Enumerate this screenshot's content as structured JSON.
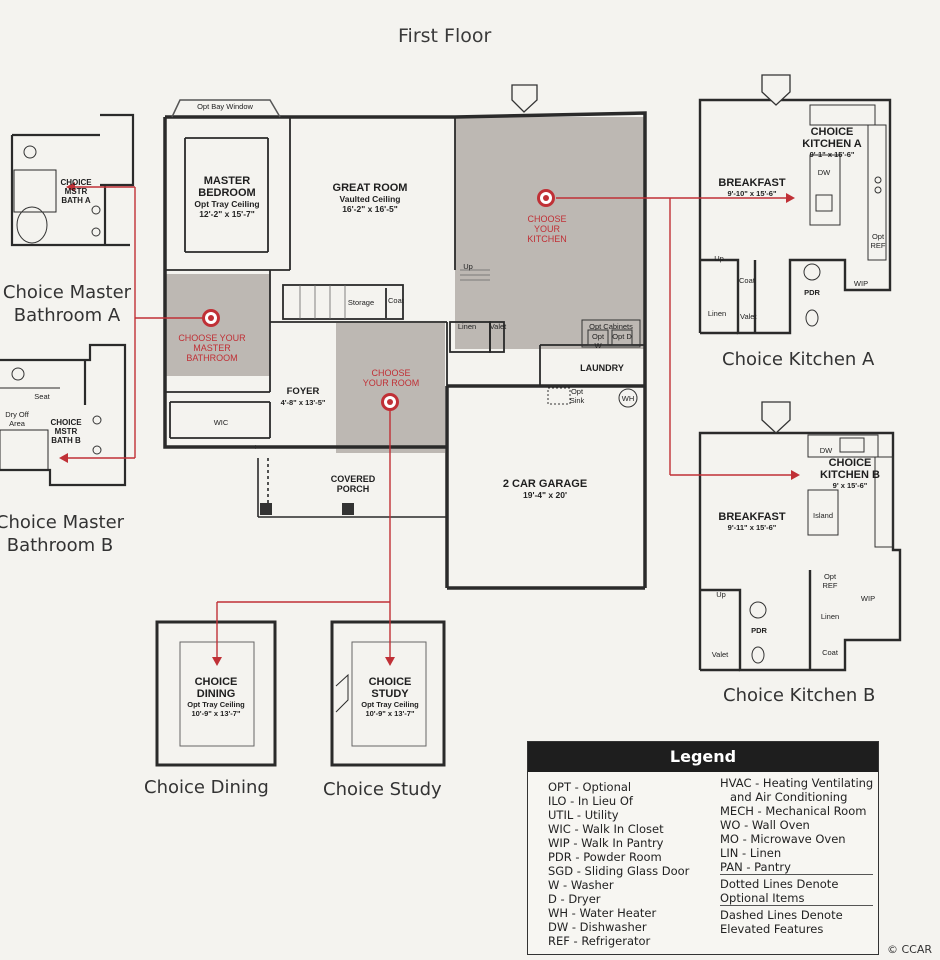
{
  "title": "First Floor",
  "rooms": {
    "master_bedroom": {
      "name": "MASTER BEDROOM",
      "sub": "Opt Tray Ceiling",
      "dims": "12'-2\" x 15'-7\""
    },
    "great_room": {
      "name": "GREAT ROOM",
      "sub": "Vaulted Ceiling",
      "dims": "16'-2\" x 16'-5\""
    },
    "choose_kitchen": "CHOOSE YOUR KITCHEN",
    "choose_master_bath": "CHOOSE YOUR MASTER BATHROOM",
    "choose_room": "CHOOSE YOUR ROOM",
    "foyer": {
      "name": "FOYER",
      "dims": "4'-8\" x 13'-5\""
    },
    "covered_porch": "COVERED PORCH",
    "garage": {
      "name": "2 CAR GARAGE",
      "dims": "19'-4\" x 20'"
    },
    "laundry": "LAUNDRY",
    "storage": "Storage",
    "linen": "Linen",
    "valet": "Valet",
    "coat": "Coat",
    "wic": "WIC",
    "up": "Up",
    "opt_bay_window": "Opt Bay Window",
    "opt_cabinets": "Opt Cabinets",
    "opt_w": "Opt W",
    "opt_d": "Opt D",
    "opt_sink": "Opt Sink",
    "wh": "WH"
  },
  "bath_a": {
    "name": "CHOICE MSTR BATH A",
    "caption": "Choice Master Bathroom A"
  },
  "bath_b": {
    "name": "CHOICE MSTR BATH B",
    "caption": "Choice Master Bathroom B",
    "seat": "Seat",
    "dry_off": "Dry Off Area"
  },
  "kitchen_a": {
    "name": "CHOICE KITCHEN A",
    "dims": "9'-1\" x 15'-6\"",
    "breakfast": "BREAKFAST",
    "breakfast_dims": "9'-10\" x 15'-6\"",
    "dw": "DW",
    "opt_ref": "Opt REF",
    "wip": "WIP",
    "pdr": "PDR",
    "linen": "Linen",
    "valet": "Valet",
    "coat": "Coat",
    "up": "Up",
    "caption": "Choice Kitchen A"
  },
  "kitchen_b": {
    "name": "CHOICE KITCHEN B",
    "dims": "9' x 15'-6\"",
    "breakfast": "BREAKFAST",
    "breakfast_dims": "9'-11\" x 15'-6\"",
    "dw": "DW",
    "island": "Island",
    "opt_ref": "Opt REF",
    "wip": "WIP",
    "pdr": "PDR",
    "linen": "Linen",
    "valet": "Valet",
    "coat": "Coat",
    "up": "Up",
    "caption": "Choice Kitchen B"
  },
  "dining": {
    "name": "CHOICE DINING",
    "sub": "Opt Tray Ceiling",
    "dims": "10'-9\" x 13'-7\"",
    "caption": "Choice Dining"
  },
  "study": {
    "name": "CHOICE STUDY",
    "sub": "Opt Tray Ceiling",
    "dims": "10'-9\" x 13'-7\"",
    "caption": "Choice Study"
  },
  "legend": {
    "title": "Legend",
    "left": [
      "OPT - Optional",
      "ILO - In Lieu Of",
      "UTIL - Utility",
      "WIC - Walk In Closet",
      "WIP - Walk In Pantry",
      "PDR - Powder Room",
      "SGD - Sliding Glass Door",
      "W - Washer",
      "D - Dryer",
      "WH - Water Heater",
      "DW - Dishwasher",
      "REF - Refrigerator"
    ],
    "right": [
      "HVAC - Heating Ventilating",
      "and Air Conditioning",
      "MECH - Mechanical Room",
      "WO - Wall Oven",
      "MO - Microwave Oven",
      "LIN - Linen",
      "PAN - Pantry",
      "Dotted Lines Denote",
      "Optional Items",
      "Dashed Lines Denote",
      "Elevated Features"
    ]
  },
  "watermark": "CCAR",
  "colors": {
    "wall": "#2a2a2a",
    "shaded": "#bdb8b3",
    "accent": "#c03036",
    "paper": "#f4f3ef"
  }
}
